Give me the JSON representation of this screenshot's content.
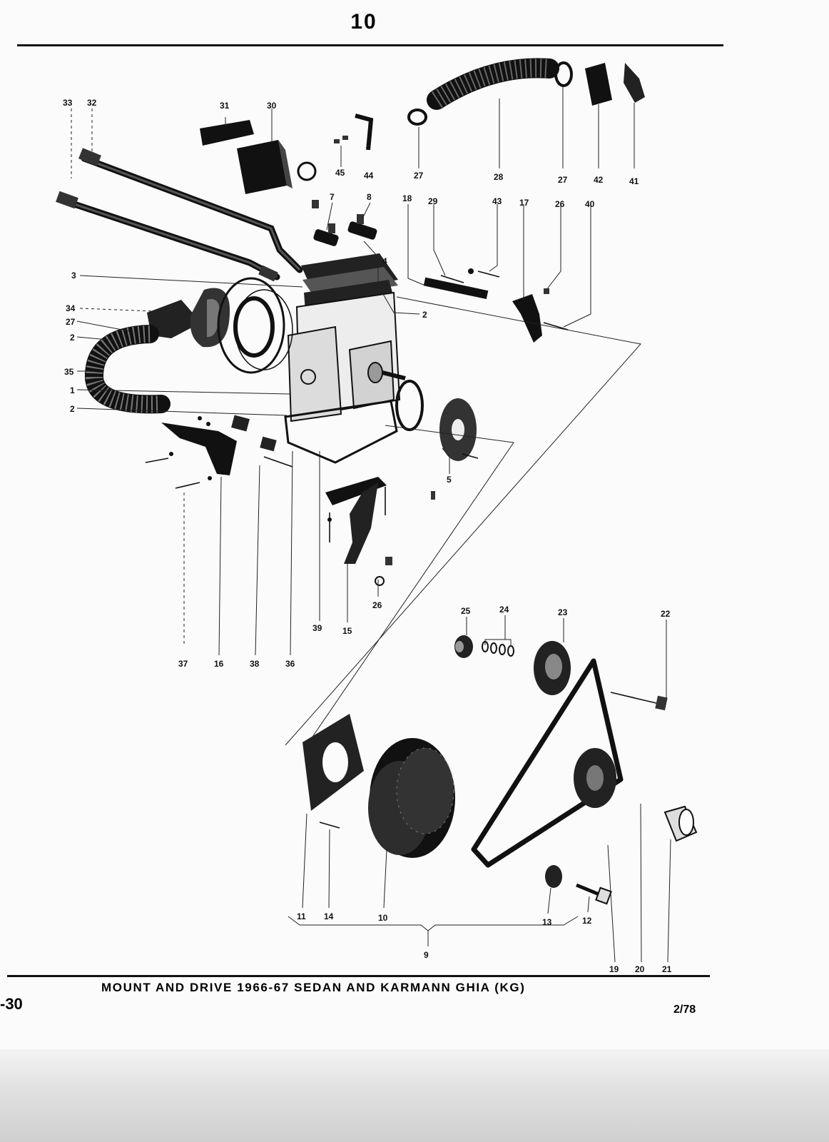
{
  "page": {
    "top_number": "10",
    "caption": "MOUNT AND DRIVE 1966-67 SEDAN AND KARMANN GHIA (KG)",
    "page_ref": "-30",
    "date_code": "2/78"
  },
  "callouts": [
    {
      "id": "c33",
      "label": "33"
    },
    {
      "id": "c32",
      "label": "32"
    },
    {
      "id": "c31",
      "label": "31"
    },
    {
      "id": "c30",
      "label": "30"
    },
    {
      "id": "c45",
      "label": "45"
    },
    {
      "id": "c44",
      "label": "44"
    },
    {
      "id": "c27a",
      "label": "27"
    },
    {
      "id": "c28",
      "label": "28"
    },
    {
      "id": "c27b",
      "label": "27"
    },
    {
      "id": "c42",
      "label": "42"
    },
    {
      "id": "c41",
      "label": "41"
    },
    {
      "id": "c18",
      "label": "18"
    },
    {
      "id": "c29",
      "label": "29"
    },
    {
      "id": "c43",
      "label": "43"
    },
    {
      "id": "c17",
      "label": "17"
    },
    {
      "id": "c26a",
      "label": "26"
    },
    {
      "id": "c40",
      "label": "40"
    },
    {
      "id": "c7",
      "label": "7"
    },
    {
      "id": "c8",
      "label": "8"
    },
    {
      "id": "c4",
      "label": "4"
    },
    {
      "id": "c3",
      "label": "3"
    },
    {
      "id": "c2a",
      "label": "2"
    },
    {
      "id": "c34",
      "label": "34"
    },
    {
      "id": "c27c",
      "label": "27"
    },
    {
      "id": "c2b",
      "label": "2"
    },
    {
      "id": "c35",
      "label": "35"
    },
    {
      "id": "c1",
      "label": "1"
    },
    {
      "id": "c2c",
      "label": "2"
    },
    {
      "id": "c5",
      "label": "5"
    },
    {
      "id": "c26b",
      "label": "26"
    },
    {
      "id": "c39",
      "label": "39"
    },
    {
      "id": "c15",
      "label": "15"
    },
    {
      "id": "c37",
      "label": "37"
    },
    {
      "id": "c16",
      "label": "16"
    },
    {
      "id": "c38",
      "label": "38"
    },
    {
      "id": "c36",
      "label": "36"
    },
    {
      "id": "c25",
      "label": "25"
    },
    {
      "id": "c24",
      "label": "24"
    },
    {
      "id": "c23",
      "label": "23"
    },
    {
      "id": "c22",
      "label": "22"
    },
    {
      "id": "c11",
      "label": "11"
    },
    {
      "id": "c14",
      "label": "14"
    },
    {
      "id": "c10",
      "label": "10"
    },
    {
      "id": "c13",
      "label": "13"
    },
    {
      "id": "c12",
      "label": "12"
    },
    {
      "id": "c9",
      "label": "9"
    },
    {
      "id": "c19",
      "label": "19"
    },
    {
      "id": "c20",
      "label": "20"
    },
    {
      "id": "c21",
      "label": "21"
    }
  ]
}
